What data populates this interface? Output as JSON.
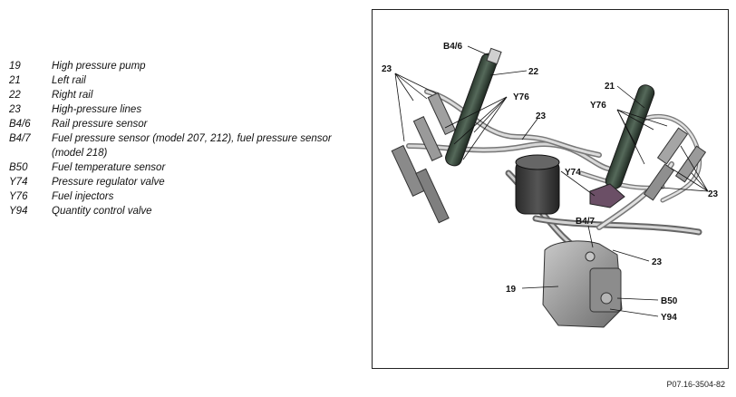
{
  "legend": [
    {
      "code": "19",
      "desc": "High pressure pump"
    },
    {
      "code": "21",
      "desc": "Left rail"
    },
    {
      "code": "22",
      "desc": "Right rail"
    },
    {
      "code": "23",
      "desc": "High-pressure lines"
    },
    {
      "code": "B4/6",
      "desc": "Rail pressure sensor"
    },
    {
      "code": "B4/7",
      "desc": "Fuel pressure sensor (model 207, 212), fuel pressure sensor (model 218)"
    },
    {
      "code": "B50",
      "desc": "Fuel temperature sensor"
    },
    {
      "code": "Y74",
      "desc": "Pressure regulator valve"
    },
    {
      "code": "Y76",
      "desc": "Fuel injectors"
    },
    {
      "code": "Y94",
      "desc": "Quantity control valve"
    }
  ],
  "callouts": {
    "b4_6": "B4/6",
    "c23_tl": "23",
    "c22": "22",
    "y76_l": "Y76",
    "c23_mid": "23",
    "c21": "21",
    "y76_r": "Y76",
    "y74": "Y74",
    "c23_r": "23",
    "b4_7": "B4/7",
    "c23_br": "23",
    "c19": "19",
    "b50": "B50",
    "y94": "Y94"
  },
  "figure_id": "P07.16-3504-82"
}
